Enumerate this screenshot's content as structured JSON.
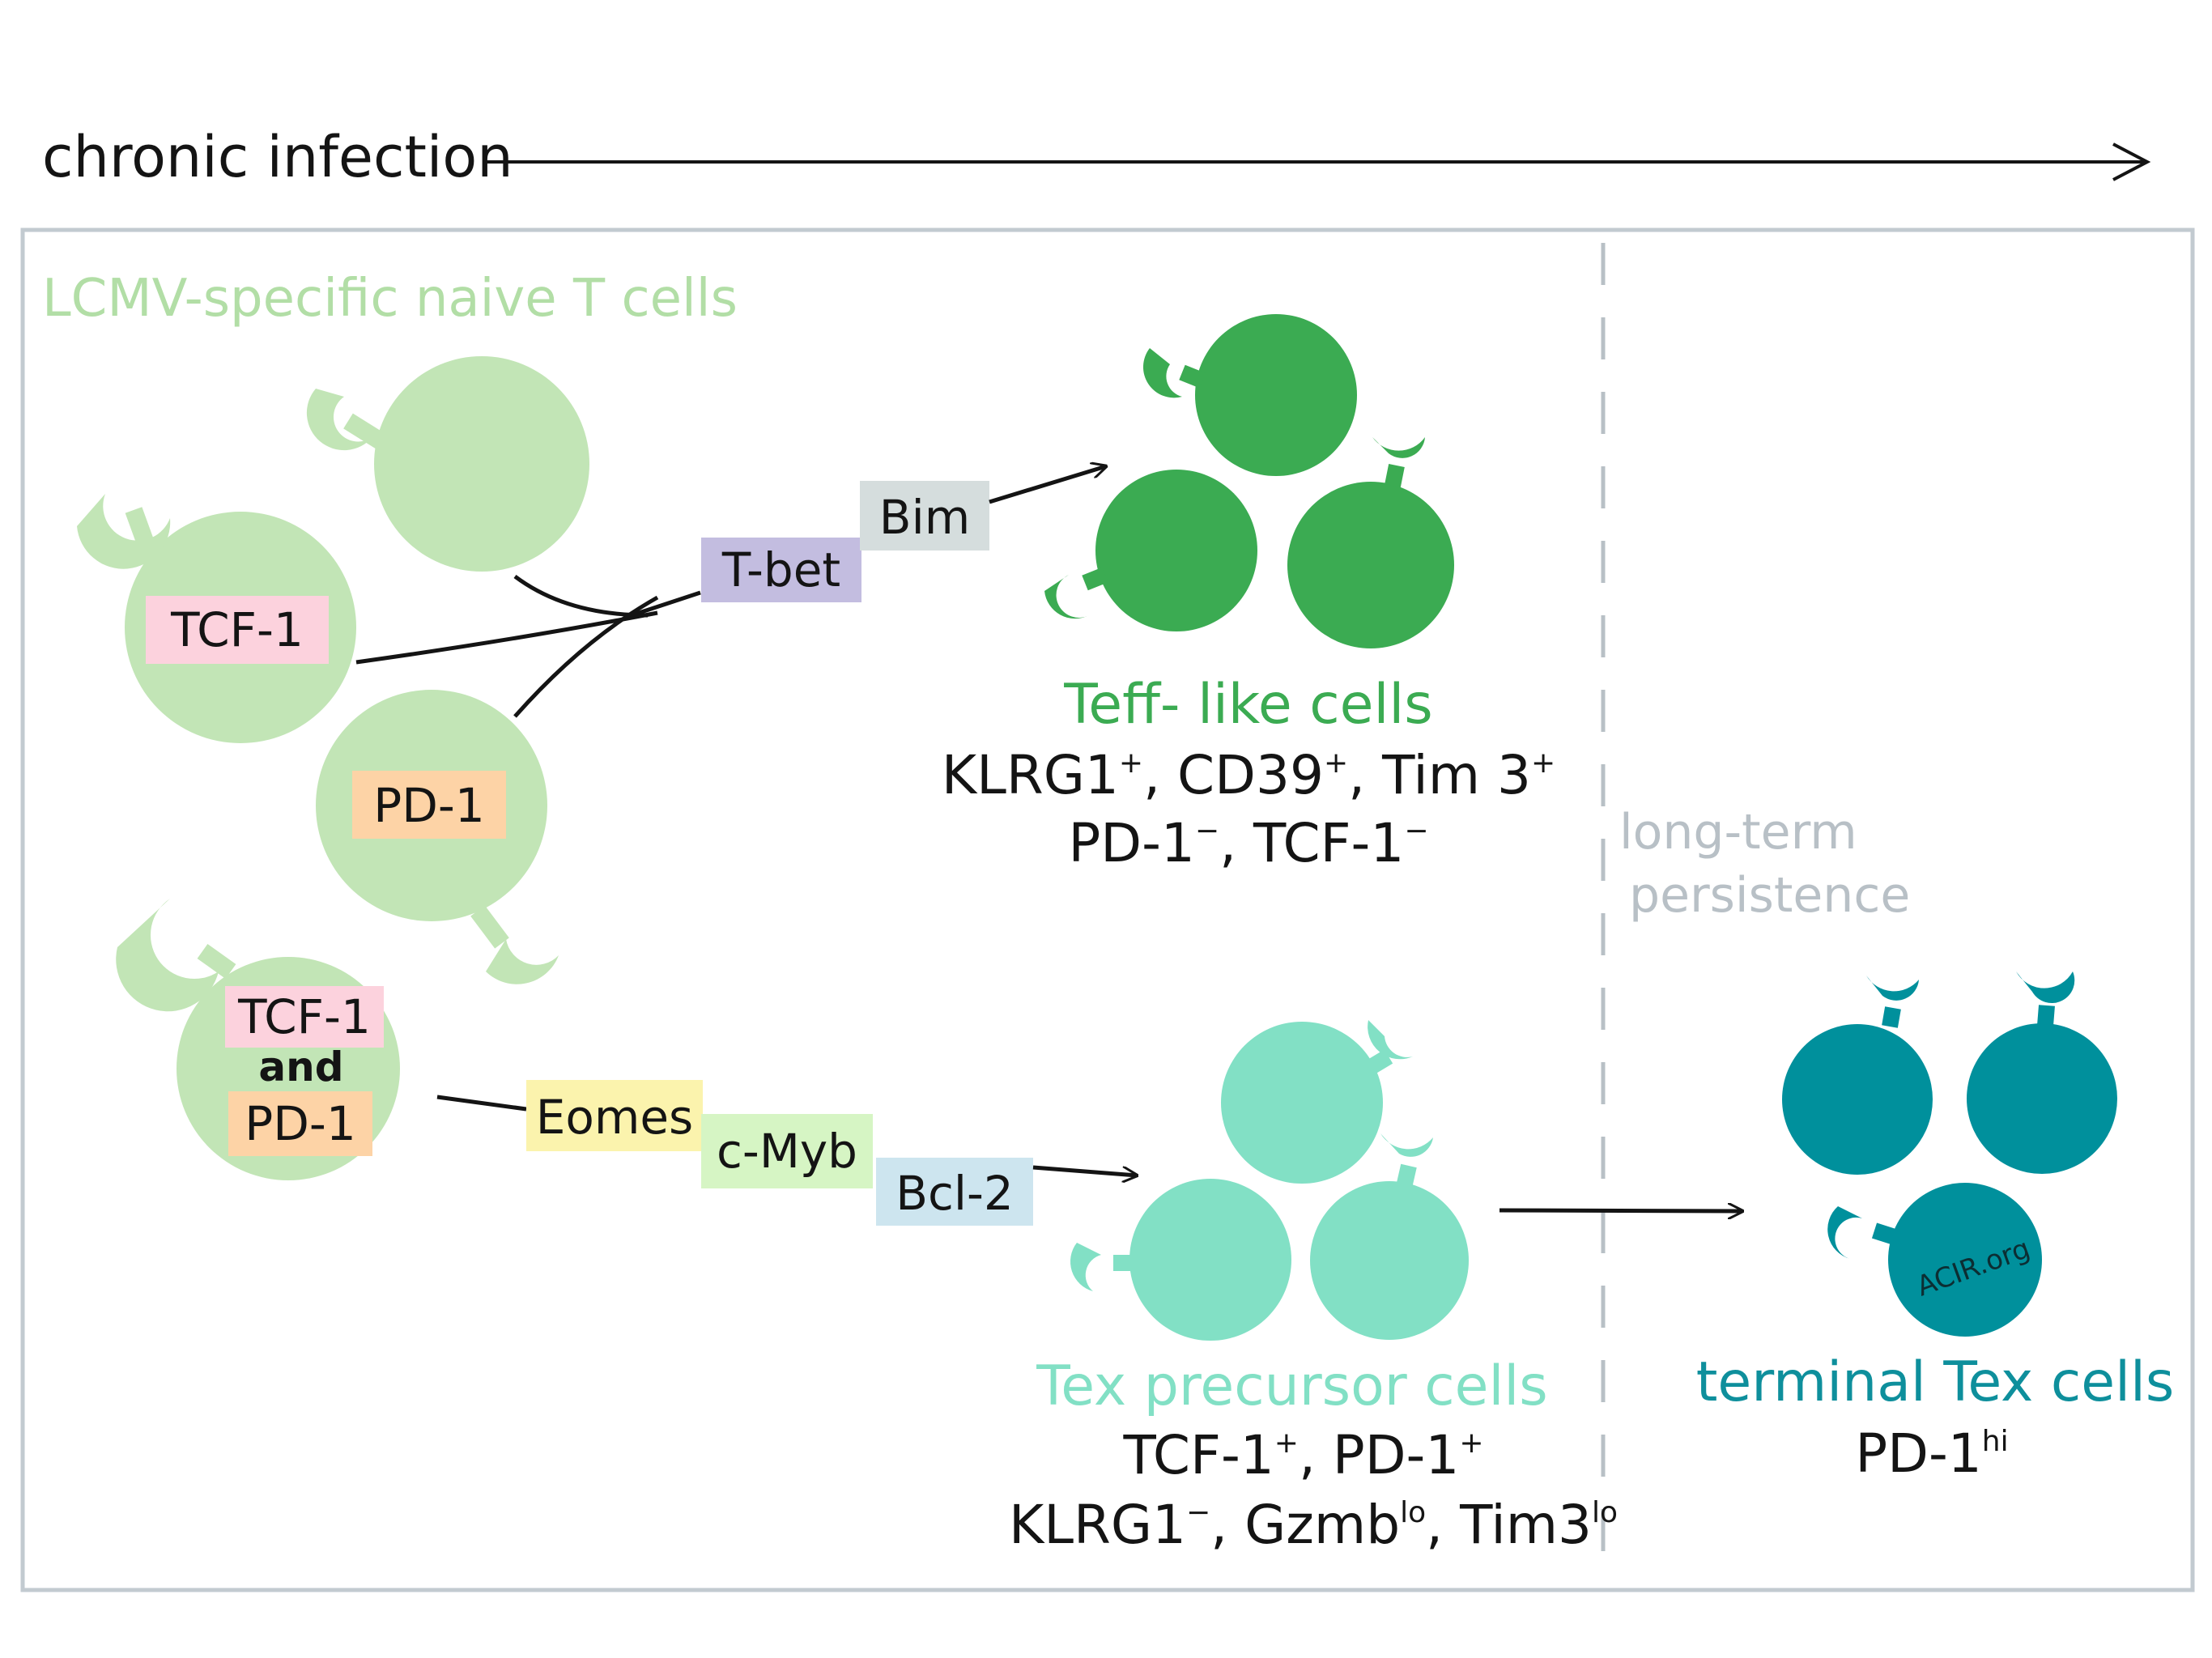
{
  "timeline": {
    "label": "chronic infection"
  },
  "panel": {
    "title": "LCMV-specific naive T cells"
  },
  "naive_labels": {
    "tcf1": "TCF-1",
    "pd1": "PD-1",
    "combo_tcf1": "TCF-1",
    "combo_and": "and",
    "combo_pd1": "PD-1"
  },
  "factors": {
    "tbet": "T-bet",
    "bim": "Bim",
    "eomes": "Eomes",
    "cmyb": "c-Myb",
    "bcl2": "Bcl-2"
  },
  "teff": {
    "title": "Teff- like cells",
    "m1": "KLRG1",
    "m1_sup": "+",
    "m2": "CD39",
    "m2_sup": "+",
    "m3": "Tim 3",
    "m3_sup": "+",
    "m4": "PD-1",
    "m4_sup": "−",
    "m5": "TCF-1",
    "m5_sup": "−",
    "sep": ", "
  },
  "texp": {
    "title": "Tex precursor cells",
    "m1": "TCF-1",
    "m1_sup": "+",
    "m2": "PD-1",
    "m2_sup": "+",
    "m3": "KLRG1",
    "m3_sup": "−",
    "m4": "Gzmb",
    "m4_sup": "lo",
    "m5": "Tim3",
    "m5_sup": "lo",
    "sep": ", "
  },
  "persistence": {
    "line1": "long-term",
    "line2": "persistence"
  },
  "terminal": {
    "title": "terminal Tex cells",
    "m1": "PD-1",
    "m1_sup": "hi"
  },
  "watermark": "ACIR.org",
  "colors": {
    "naive": "#c2e5b6",
    "teff": "#3bab52",
    "texp": "#82e0c5",
    "terminal": "#00909c",
    "panel_border": "#c2cad0",
    "teff_title": "#3bab52",
    "texp_title": "#82e0c5",
    "terminal_title": "#0e8f9c",
    "persistence_text": "#b8c0c6",
    "tcf1_box": "#fcd2dd",
    "pd1_box": "#fdd3a6",
    "tbet_box": "#c3bde0",
    "bim_box": "#d5dddd",
    "eomes_box": "#fbf3ad",
    "cmyb_box": "#d6f5c4",
    "bcl2_box": "#cde5ef"
  }
}
